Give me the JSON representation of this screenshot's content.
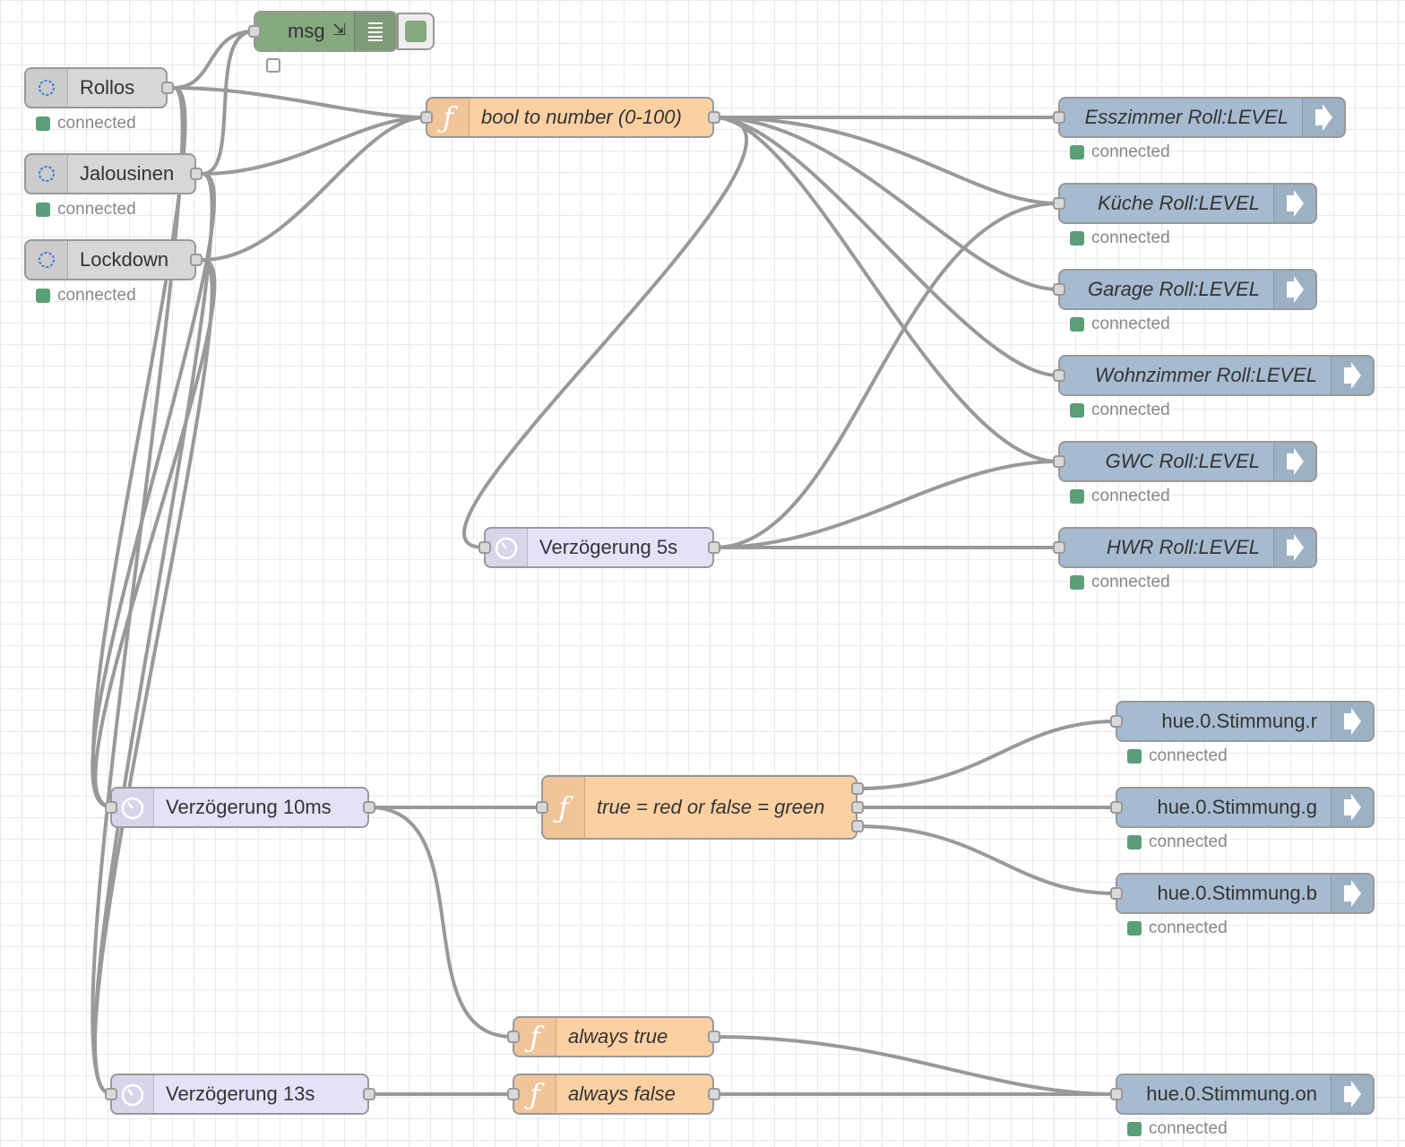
{
  "status_text": "connected",
  "colors": {
    "inject": "#d7d7d7",
    "function": "#fdd0a2",
    "delay": "#e6e0f8",
    "output": "#a6bbcf",
    "debug": "#87a980",
    "status_connected": "#5a9f77"
  },
  "nodes": {
    "debug_msg": {
      "label": "msg",
      "icon": "list-icon"
    },
    "rollos": {
      "label": "Rollos",
      "icon": "circle-icon",
      "status": "connected"
    },
    "jalousinen": {
      "label": "Jalousinen",
      "icon": "circle-icon",
      "status": "connected"
    },
    "lockdown": {
      "label": "Lockdown",
      "icon": "circle-icon",
      "status": "connected"
    },
    "bool_to_number": {
      "label": "bool to number (0-100)",
      "icon": "function-icon"
    },
    "delay_5s": {
      "label": "Verzögerung 5s",
      "icon": "timer-icon"
    },
    "delay_10ms": {
      "label": "Verzögerung 10ms",
      "icon": "timer-icon"
    },
    "delay_13s": {
      "label": "Verzögerung 13s",
      "icon": "timer-icon"
    },
    "true_red_false_green": {
      "label": "true = red or false = green",
      "icon": "function-icon"
    },
    "always_true": {
      "label": "always true",
      "icon": "function-icon"
    },
    "always_false": {
      "label": "always false",
      "icon": "function-icon"
    },
    "esszimmer": {
      "label": "Esszimmer Roll:LEVEL",
      "icon": "arrow-right-icon",
      "status": "connected"
    },
    "kueche": {
      "label": "Küche Roll:LEVEL",
      "icon": "arrow-right-icon",
      "status": "connected"
    },
    "garage": {
      "label": "Garage Roll:LEVEL",
      "icon": "arrow-right-icon",
      "status": "connected"
    },
    "wohnzimmer": {
      "label": "Wohnzimmer Roll:LEVEL",
      "icon": "arrow-right-icon",
      "status": "connected"
    },
    "gwc": {
      "label": "GWC Roll:LEVEL",
      "icon": "arrow-right-icon",
      "status": "connected"
    },
    "hwr": {
      "label": "HWR Roll:LEVEL",
      "icon": "arrow-right-icon",
      "status": "connected"
    },
    "hue_r": {
      "label": "hue.0.Stimmung.r",
      "icon": "arrow-right-icon",
      "status": "connected"
    },
    "hue_g": {
      "label": "hue.0.Stimmung.g",
      "icon": "arrow-right-icon",
      "status": "connected"
    },
    "hue_b": {
      "label": "hue.0.Stimmung.b",
      "icon": "arrow-right-icon",
      "status": "connected"
    },
    "hue_on": {
      "label": "hue.0.Stimmung.on",
      "icon": "arrow-right-icon",
      "status": "connected"
    }
  }
}
